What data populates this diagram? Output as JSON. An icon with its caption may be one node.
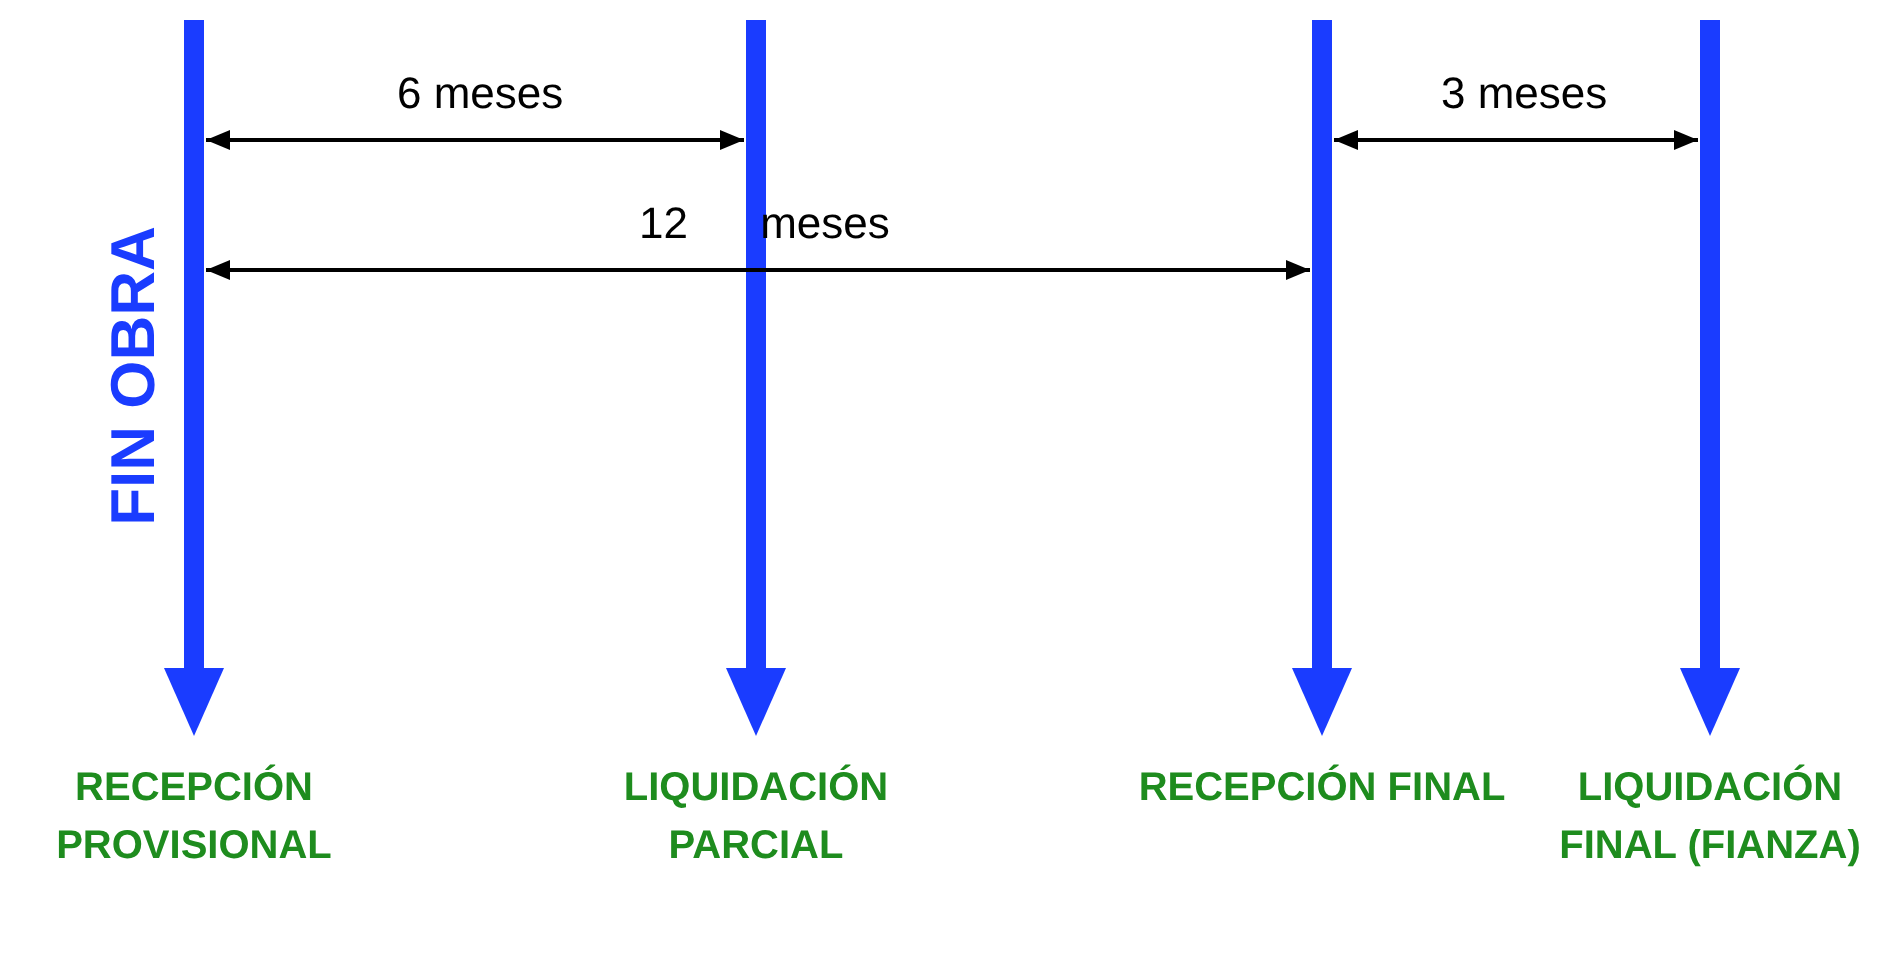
{
  "diagram": {
    "nodes": [
      {
        "text": [
          "RECEPCIÓN PROVISIONAL"
        ]
      },
      {
        "text": [
          "LIQUIDACIÓN PARCIAL"
        ]
      },
      {
        "text": [
          "RECEPCIÓN FINAL"
        ]
      },
      {
        "text": [
          "LIQUIDACIÓN FINAL (FIANZA)"
        ]
      }
    ],
    "edges": [
      {
        "from": null,
        "to": 0,
        "arrow": "to"
      },
      {
        "from": null,
        "to": 1,
        "arrow": "to"
      },
      {
        "from": null,
        "to": 2,
        "arrow": "to"
      },
      {
        "from": null,
        "to": 3,
        "arrow": "to"
      }
    ],
    "labels": [
      "6 meses",
      "3 meses",
      "12 meses",
      "FIN OBRA"
    ]
  }
}
